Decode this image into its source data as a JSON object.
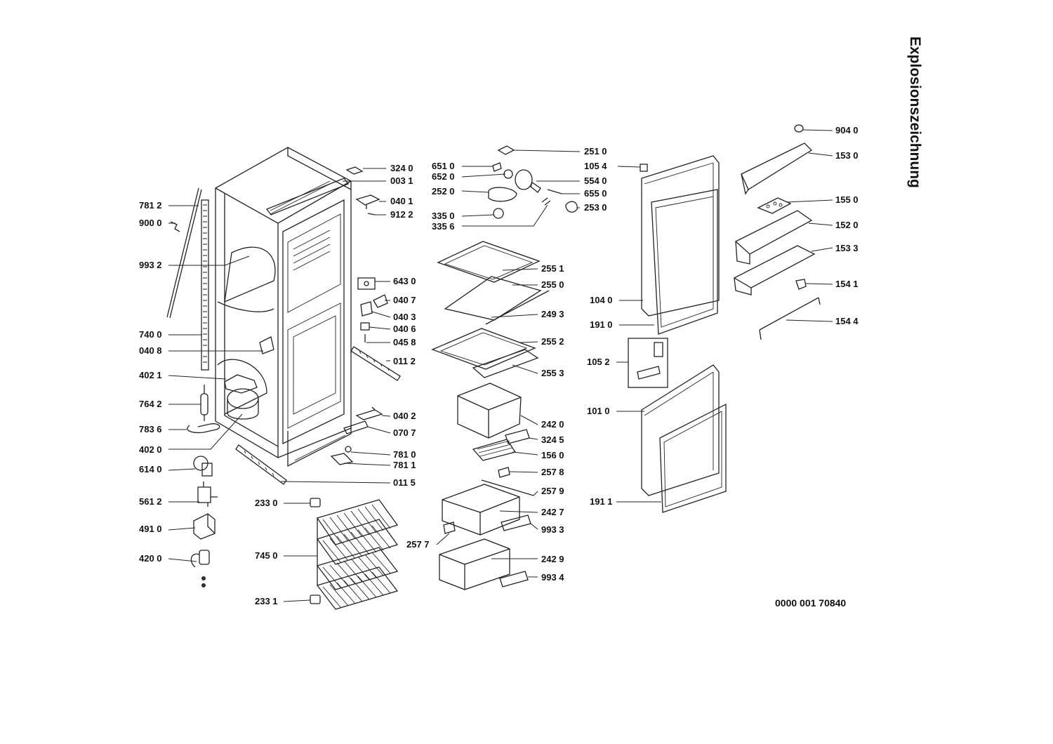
{
  "title": "Explosionszeichnung",
  "drawing_number": "0000 001 70840",
  "labels": [
    {
      "id": "L1",
      "text": "781 2",
      "side": "left"
    },
    {
      "id": "L2",
      "text": "900 0",
      "side": "left"
    },
    {
      "id": "L3",
      "text": "993 2",
      "side": "left"
    },
    {
      "id": "L4",
      "text": "740 0",
      "side": "left"
    },
    {
      "id": "L5",
      "text": "040 8",
      "side": "left"
    },
    {
      "id": "L6",
      "text": "402 1",
      "side": "left"
    },
    {
      "id": "L7",
      "text": "764 2",
      "side": "left"
    },
    {
      "id": "L8",
      "text": "783 6",
      "side": "left"
    },
    {
      "id": "L9",
      "text": "402 0",
      "side": "left"
    },
    {
      "id": "L10",
      "text": "614 0",
      "side": "left"
    },
    {
      "id": "L11",
      "text": "561 2",
      "side": "left"
    },
    {
      "id": "L12",
      "text": "491 0",
      "side": "left"
    },
    {
      "id": "L13",
      "text": "420 0",
      "side": "left"
    },
    {
      "id": "L14",
      "text": "324 0",
      "side": "right"
    },
    {
      "id": "L15",
      "text": "003 1",
      "side": "right"
    },
    {
      "id": "L16",
      "text": "040 1",
      "side": "right"
    },
    {
      "id": "L17",
      "text": "912 2",
      "side": "right"
    },
    {
      "id": "L18",
      "text": "643 0",
      "side": "right"
    },
    {
      "id": "L19",
      "text": "040 7",
      "side": "right"
    },
    {
      "id": "L20",
      "text": "040 3",
      "side": "right"
    },
    {
      "id": "L21",
      "text": "040 6",
      "side": "right"
    },
    {
      "id": "L22",
      "text": "045 8",
      "side": "right"
    },
    {
      "id": "L23",
      "text": "011 2",
      "side": "right"
    },
    {
      "id": "L24",
      "text": "040 2",
      "side": "right"
    },
    {
      "id": "L25",
      "text": "070 7",
      "side": "right"
    },
    {
      "id": "L26",
      "text": "781 0",
      "side": "right"
    },
    {
      "id": "L27",
      "text": "781 1",
      "side": "right"
    },
    {
      "id": "L28",
      "text": "011 5",
      "side": "right"
    },
    {
      "id": "L29",
      "text": "233 0",
      "side": "left"
    },
    {
      "id": "L30",
      "text": "745 0",
      "side": "left"
    },
    {
      "id": "L31",
      "text": "233 1",
      "side": "left"
    },
    {
      "id": "L32",
      "text": "651 0",
      "side": "left"
    },
    {
      "id": "L33",
      "text": "652 0",
      "side": "left"
    },
    {
      "id": "L34",
      "text": "252 0",
      "side": "left"
    },
    {
      "id": "L35",
      "text": "335 0",
      "side": "left"
    },
    {
      "id": "L36",
      "text": "335 6",
      "side": "left"
    },
    {
      "id": "L37",
      "text": "251 0",
      "side": "right"
    },
    {
      "id": "L38",
      "text": "105 4",
      "side": "right"
    },
    {
      "id": "L39",
      "text": "554 0",
      "side": "right"
    },
    {
      "id": "L40",
      "text": "655 0",
      "side": "right"
    },
    {
      "id": "L41",
      "text": "253 0",
      "side": "right"
    },
    {
      "id": "L42",
      "text": "255 1",
      "side": "right"
    },
    {
      "id": "L43",
      "text": "255 0",
      "side": "right"
    },
    {
      "id": "L44",
      "text": "249 3",
      "side": "right"
    },
    {
      "id": "L45",
      "text": "255 2",
      "side": "right"
    },
    {
      "id": "L46",
      "text": "255 3",
      "side": "right"
    },
    {
      "id": "L47",
      "text": "242 0",
      "side": "right"
    },
    {
      "id": "L48",
      "text": "324 5",
      "side": "right"
    },
    {
      "id": "L49",
      "text": "156 0",
      "side": "right"
    },
    {
      "id": "L50",
      "text": "257 8",
      "side": "right"
    },
    {
      "id": "L51",
      "text": "257 9",
      "side": "right"
    },
    {
      "id": "L52",
      "text": "242 7",
      "side": "right"
    },
    {
      "id": "L53",
      "text": "993 3",
      "side": "right"
    },
    {
      "id": "L54",
      "text": "257 7",
      "side": "left"
    },
    {
      "id": "L55",
      "text": "242 9",
      "side": "right"
    },
    {
      "id": "L56",
      "text": "993 4",
      "side": "right"
    },
    {
      "id": "L57",
      "text": "104 0",
      "side": "left"
    },
    {
      "id": "L58",
      "text": "191 0",
      "side": "left"
    },
    {
      "id": "L59",
      "text": "105 2",
      "side": "left"
    },
    {
      "id": "L60",
      "text": "101 0",
      "side": "left"
    },
    {
      "id": "L61",
      "text": "191 1",
      "side": "left"
    },
    {
      "id": "L62",
      "text": "904 0",
      "side": "right"
    },
    {
      "id": "L63",
      "text": "153 0",
      "side": "right"
    },
    {
      "id": "L64",
      "text": "155 0",
      "side": "right"
    },
    {
      "id": "L65",
      "text": "152 0",
      "side": "right"
    },
    {
      "id": "L66",
      "text": "153 3",
      "side": "right"
    },
    {
      "id": "L67",
      "text": "154 1",
      "side": "right"
    },
    {
      "id": "L68",
      "text": "154 4",
      "side": "right"
    }
  ]
}
